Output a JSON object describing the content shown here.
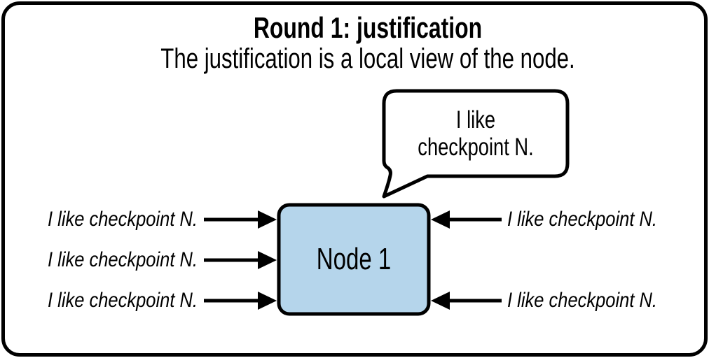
{
  "diagram": {
    "title": "Round 1: justification",
    "subtitle": "The justification is a local view of the node."
  },
  "bubble": {
    "line1": "I like",
    "line2": "checkpoint N."
  },
  "node": {
    "label": "Node 1"
  },
  "messages": {
    "left": [
      "I like checkpoint N.",
      "I like checkpoint N.",
      "I like checkpoint N."
    ],
    "right": [
      "I like checkpoint N.",
      "I like checkpoint N."
    ]
  },
  "colors": {
    "node_fill": "#b5d5eb",
    "stroke": "#000000",
    "background": "#ffffff"
  }
}
